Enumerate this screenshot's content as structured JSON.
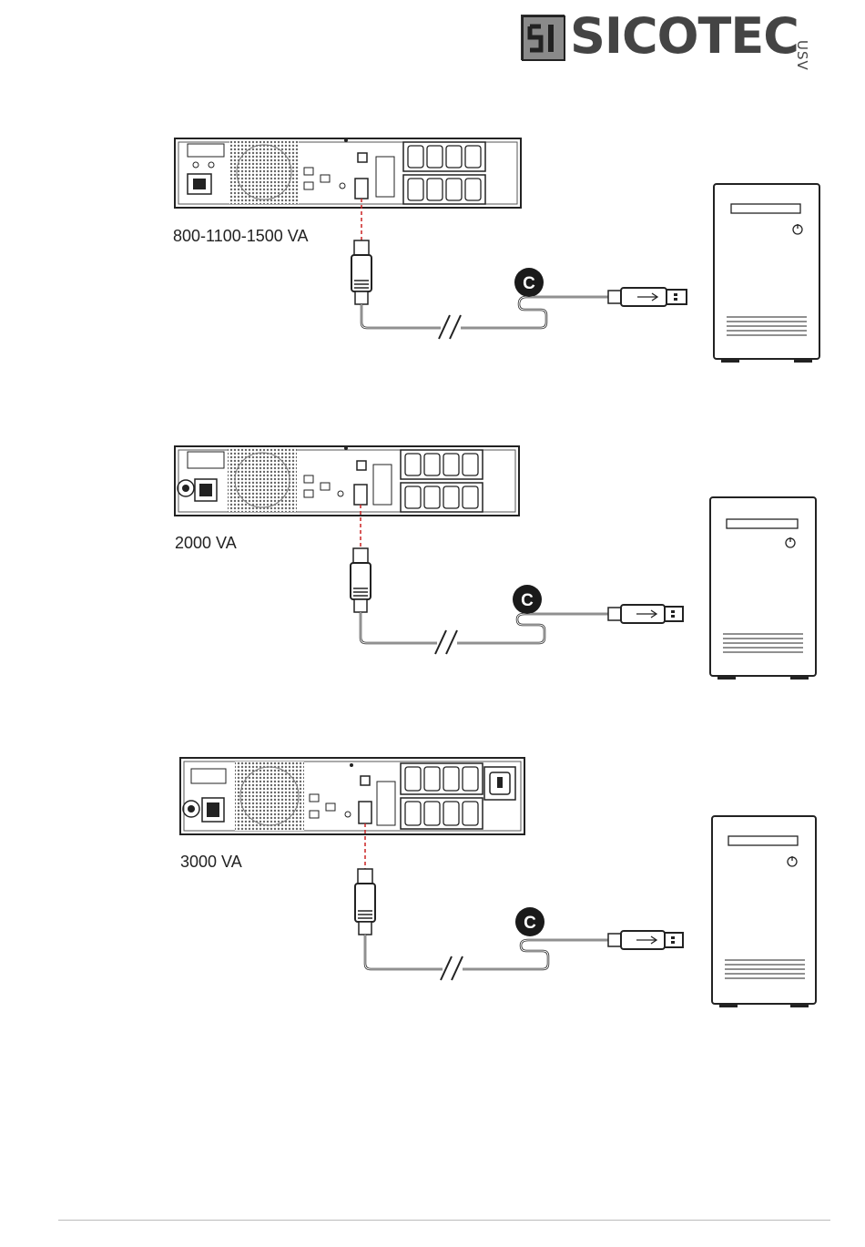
{
  "header": {
    "logo_mark": "SI",
    "logo_text": "SICOTEC",
    "logo_sub": "USV"
  },
  "diagrams": [
    {
      "model": "800-1100-1500 VA",
      "cable_marker": "C"
    },
    {
      "model": "2000 VA",
      "cable_marker": "C"
    },
    {
      "model": "3000 VA",
      "cable_marker": "C"
    }
  ],
  "colors": {
    "ink": "#1a1a1a",
    "dashed_link": "#cc2222",
    "logo_gray": "#444444"
  }
}
